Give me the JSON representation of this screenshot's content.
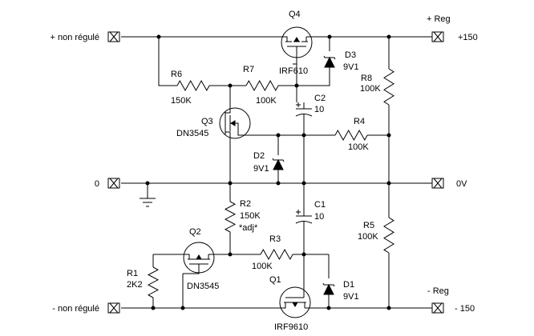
{
  "terminals": {
    "in_pos": "+ non régulé",
    "in_zero": "0",
    "in_neg": "- non régulé",
    "out_pos_title": "+ Reg",
    "out_pos_value": "+150",
    "out_zero": "0V",
    "out_neg_title": "- Reg",
    "out_neg_value": "- 150"
  },
  "components": {
    "Q4": {
      "ref": "Q4"
    },
    "Q3": {
      "ref": "Q3",
      "part": "DN3545"
    },
    "Q2": {
      "ref": "Q2",
      "part": "DN3545"
    },
    "Q1": {
      "ref": "Q1",
      "part": "IRF9610"
    },
    "Q4_part": "IRF610",
    "R1": {
      "ref": "R1",
      "value": "2K2"
    },
    "R2": {
      "ref": "R2",
      "value": "150K",
      "note": "*adj*"
    },
    "R3": {
      "ref": "R3",
      "value": "100K"
    },
    "R4": {
      "ref": "R4",
      "value": "100K"
    },
    "R5": {
      "ref": "R5",
      "value": "100K"
    },
    "R6": {
      "ref": "R6",
      "value": "150K"
    },
    "R7": {
      "ref": "R7",
      "value": "100K"
    },
    "R8": {
      "ref": "R8",
      "value": "100K"
    },
    "C1": {
      "ref": "C1",
      "value": "10"
    },
    "C2": {
      "ref": "C2",
      "value": "10"
    },
    "D1": {
      "ref": "D1",
      "value": "9V1"
    },
    "D2": {
      "ref": "D2",
      "value": "9V1"
    },
    "D3": {
      "ref": "D3",
      "value": "9V1"
    }
  }
}
